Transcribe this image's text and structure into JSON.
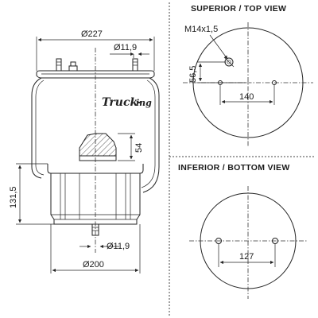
{
  "top_view": {
    "title": "SUPERIOR / TOP VIEW",
    "thread": "M14x1,5",
    "offset": "56,5",
    "spacing": "140"
  },
  "bottom_view": {
    "title": "INFERIOR / BOTTOM VIEW",
    "spacing": "127"
  },
  "side_view": {
    "top_diameter": "Ø227",
    "stud_diameter_top": "Ø11,9",
    "bumper_height": "54",
    "piston_height": "131,5",
    "stud_diameter_bottom": "Ø11,9",
    "base_diameter": "Ø200",
    "brand_main": "Truck-",
    "brand_suffix": "ing"
  }
}
